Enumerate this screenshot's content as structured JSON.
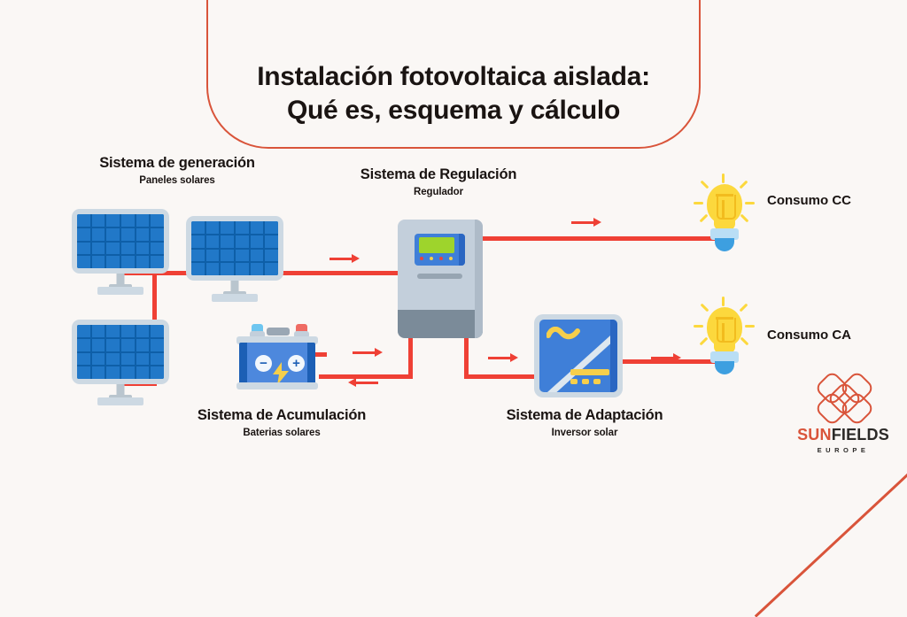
{
  "page": {
    "background_color": "#faf7f5",
    "accent_color": "#d9543a",
    "wire_color": "#ef4035"
  },
  "title": {
    "text": "Instalación fotovoltaica aislada: Qué es, esquema y cálculo"
  },
  "sections": {
    "generation": {
      "title": "Sistema de generación",
      "subtitle": "Paneles solares"
    },
    "regulation": {
      "title": "Sistema de Regulación",
      "subtitle": "Regulador"
    },
    "accumulation": {
      "title": "Sistema de Acumulación",
      "subtitle": "Baterias solares"
    },
    "adaptation": {
      "title": "Sistema de Adaptación",
      "subtitle": "Inversor solar"
    }
  },
  "loads": {
    "dc": "Consumo CC",
    "ac": "Consumo CA"
  },
  "logo": {
    "sun": "SUN",
    "fields": "FIELDS",
    "europe": "EUROPE"
  },
  "regulator": {
    "screen_color": "#9ed42c",
    "indicator_colors": [
      "#e8453c",
      "#f6cf4b",
      "#e8453c",
      "#f6cf4b"
    ]
  },
  "battery": {
    "negative_sign": "−",
    "positive_sign": "+",
    "negative_post_color": "#6ec6f0",
    "positive_post_color": "#ef6b63"
  }
}
